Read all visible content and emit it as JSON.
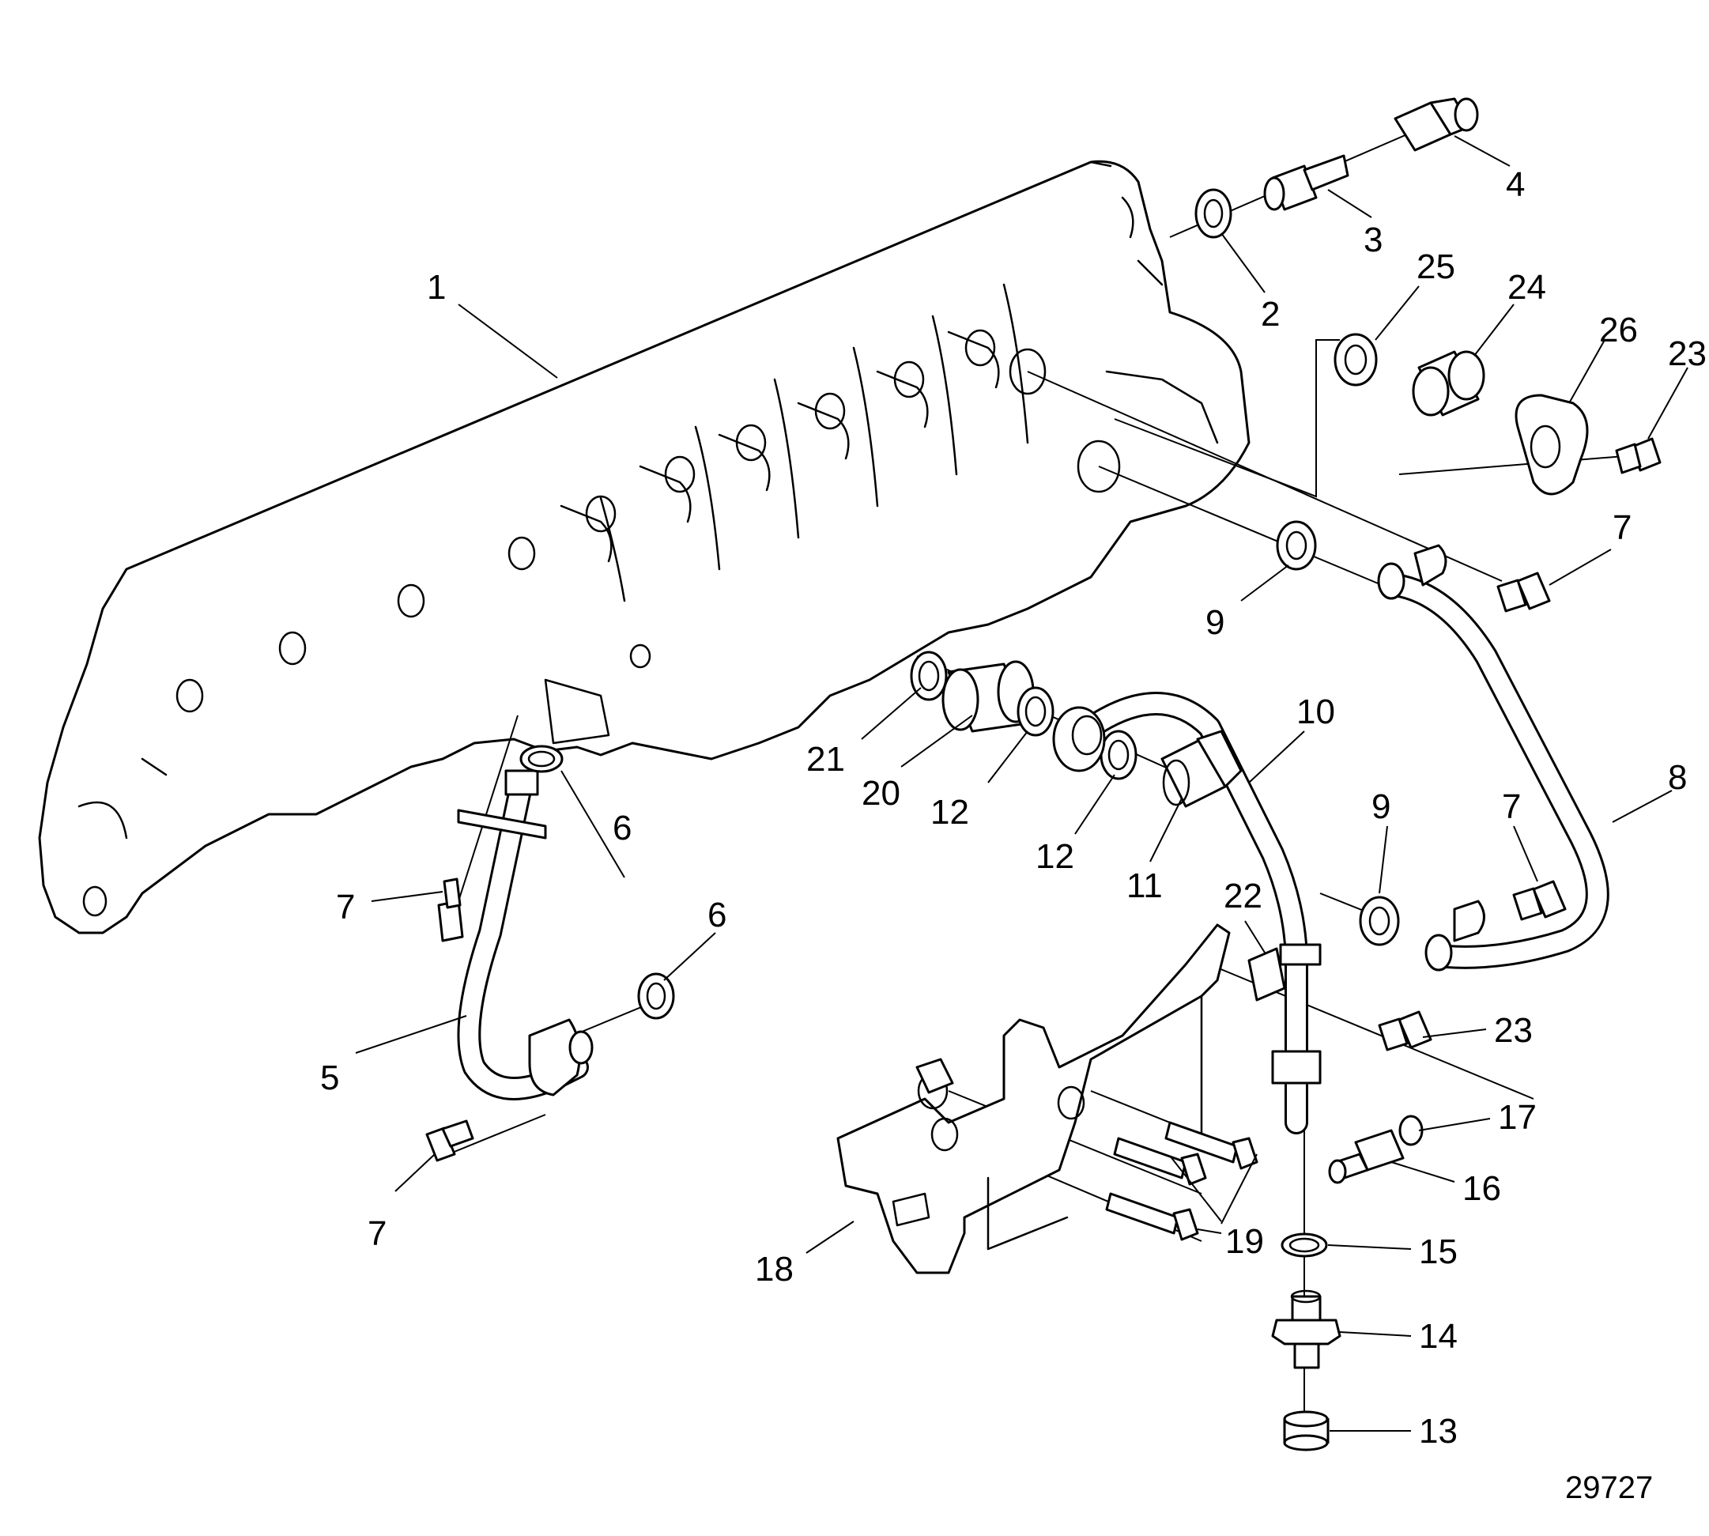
{
  "figure_number": "29727",
  "callouts": [
    {
      "label": "1"
    },
    {
      "label": "2"
    },
    {
      "label": "3"
    },
    {
      "label": "4"
    },
    {
      "label": "25"
    },
    {
      "label": "24"
    },
    {
      "label": "26"
    },
    {
      "label": "23"
    },
    {
      "label": "7"
    },
    {
      "label": "9"
    },
    {
      "label": "10"
    },
    {
      "label": "8"
    },
    {
      "label": "21"
    },
    {
      "label": "20"
    },
    {
      "label": "12"
    },
    {
      "label": "12"
    },
    {
      "label": "11"
    },
    {
      "label": "9"
    },
    {
      "label": "7"
    },
    {
      "label": "6"
    },
    {
      "label": "7"
    },
    {
      "label": "6"
    },
    {
      "label": "22"
    },
    {
      "label": "23"
    },
    {
      "label": "5"
    },
    {
      "label": "7"
    },
    {
      "label": "17"
    },
    {
      "label": "16"
    },
    {
      "label": "19"
    },
    {
      "label": "15"
    },
    {
      "label": "18"
    },
    {
      "label": "14"
    },
    {
      "label": "13"
    }
  ]
}
